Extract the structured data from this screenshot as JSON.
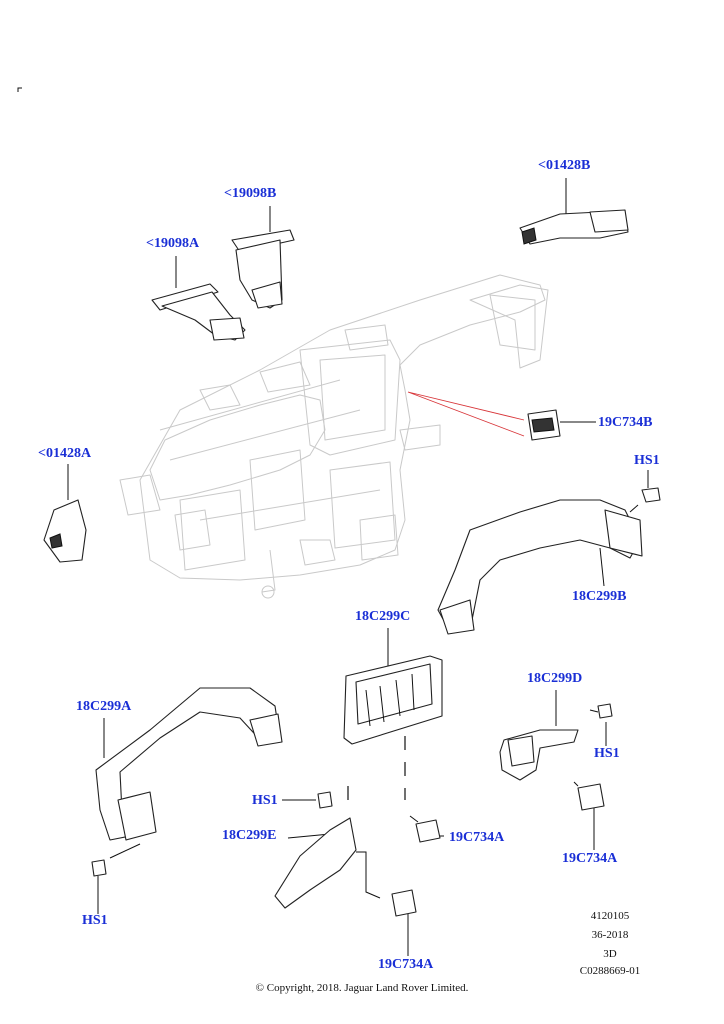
{
  "labels": {
    "p01428B": "<01428B",
    "p19098B": "<19098B",
    "p19098A": "<19098A",
    "p19C734B": "19C734B",
    "p01428A": "<01428A",
    "hs1_top": "HS1",
    "p18C299B": "18C299B",
    "p18C299C": "18C299C",
    "p18C299D": "18C299D",
    "p18C299A": "18C299A",
    "hs1_right": "HS1",
    "hs1_mid": "HS1",
    "p18C299E": "18C299E",
    "p19C734A_mid": "19C734A",
    "p19C734A_right": "19C734A",
    "hs1_bottom": "HS1",
    "p19C734A_bottom": "19C734A"
  },
  "reference": {
    "line1": "4120105",
    "line2": "36-2018",
    "line3": "3D",
    "line4": "C0288669-01"
  },
  "copyright": "© Copyright, 2018. Jaguar Land Rover Limited.",
  "colors": {
    "label": "#1a2fd6",
    "callout_line": "#d8363a",
    "ghost_assembly": "#c9c9c9"
  }
}
